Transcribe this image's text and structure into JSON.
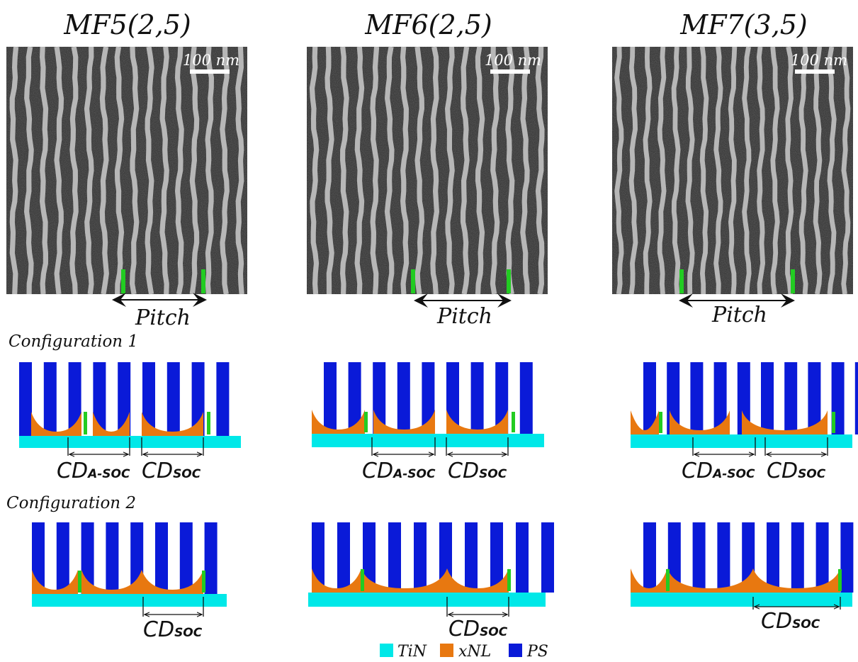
{
  "figure": {
    "panels": [
      {
        "title": "MF5(2,5)",
        "scale_bar": "100 nm",
        "pitch_label": "Pitch",
        "cd_config1": {
          "a": "CD",
          "a_sub": "A-SOC",
          "b": "CD",
          "b_sub": "SOC"
        },
        "cd_config2": {
          "b": "CD",
          "b_sub": "SOC"
        }
      },
      {
        "title": "MF6(2,5)",
        "scale_bar": "100 nm",
        "pitch_label": "Pitch",
        "cd_config1": {
          "a": "CD",
          "a_sub": "A-SOC",
          "b": "CD",
          "b_sub": "SOC"
        },
        "cd_config2": {
          "b": "CD",
          "b_sub": "SOC"
        }
      },
      {
        "title": "MF7(3,5)",
        "scale_bar": "100 nm",
        "pitch_label": "Pitch",
        "cd_config1": {
          "a": "CD",
          "a_sub": "A-SOC",
          "b": "CD",
          "b_sub": "SOC"
        },
        "cd_config2": {
          "b": "CD",
          "b_sub": "SOC"
        }
      }
    ],
    "config1_label": "Configuration 1",
    "config2_label": "Configuration 2",
    "legend": [
      {
        "label": "TiN",
        "color": "#00e8e8"
      },
      {
        "label": "xNL",
        "color": "#e87810"
      },
      {
        "label": "PS",
        "color": "#0a1ad8"
      }
    ],
    "colors": {
      "marker": "#22cc22"
    }
  }
}
